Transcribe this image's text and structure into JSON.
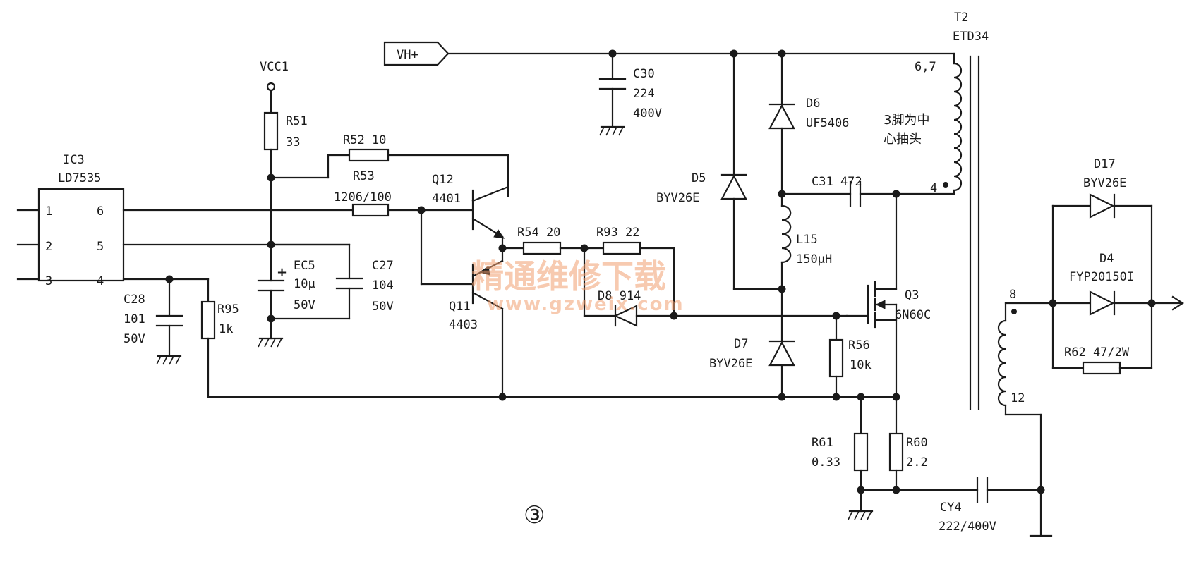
{
  "labels": {
    "vh": "VH+",
    "vcc1": "VCC1",
    "ic3_ref": "IC3",
    "ic3_part": "LD7535",
    "ic3_pin1": "1",
    "ic3_pin2": "2",
    "ic3_pin3": "3",
    "ic3_pin4": "4",
    "ic3_pin5": "5",
    "ic3_pin6": "6",
    "r51_ref": "R51",
    "r51_val": "33",
    "r52": "R52  10",
    "r53_ref": "R53",
    "r53_val": "1206/100",
    "q12_ref": "Q12",
    "q12_part": "4401",
    "q11_ref": "Q11",
    "q11_part": "4403",
    "r54": "R54  20",
    "r93": "R93  22",
    "d8": "D8  914",
    "ec5_ref": "EC5",
    "ec5_val": "10μ",
    "ec5_v": "50V",
    "c27_ref": "C27",
    "c27_val": "104",
    "c27_v": "50V",
    "c28_ref": "C28",
    "c28_val": "101",
    "c28_v": "50V",
    "r95_ref": "R95",
    "r95_val": "1k",
    "c30_ref": "C30",
    "c30_val": "224",
    "c30_v": "400V",
    "d6_ref": "D6",
    "d6_part": "UF5406",
    "d5_ref": "D5",
    "d5_part": "BYV26E",
    "d7_ref": "D7",
    "d7_part": "BYV26E",
    "c31": "C31   472",
    "l15_ref": "L15",
    "l15_val": "150μH",
    "q3_ref": "Q3",
    "q3_part": "6N60C",
    "r56_ref": "R56",
    "r56_val": "10k",
    "r61_ref": "R61",
    "r61_val": "0.33",
    "r60_ref": "R60",
    "r60_val": "2.2",
    "t2_ref": "T2",
    "t2_core": "ETD34",
    "t2_pins67": "6,7",
    "t2_pin4": "4",
    "t2_pin8": "8",
    "t2_pin12": "12",
    "t2_note1": "3脚为中",
    "t2_note2": "心抽头",
    "d17_ref": "D17",
    "d17_part": "BYV26E",
    "d4_ref": "D4",
    "d4_part": "FYP20150I",
    "r62": "R62  47/2W",
    "cy4_ref": "CY4",
    "cy4_val": "222/400V",
    "figure_number": "③"
  },
  "watermark": {
    "line1": "精通维修下载",
    "line2": "www.gzweix.com"
  },
  "colors": {
    "ink": "#1a1a1a",
    "watermark": "#f2a070",
    "background": "#ffffff"
  }
}
